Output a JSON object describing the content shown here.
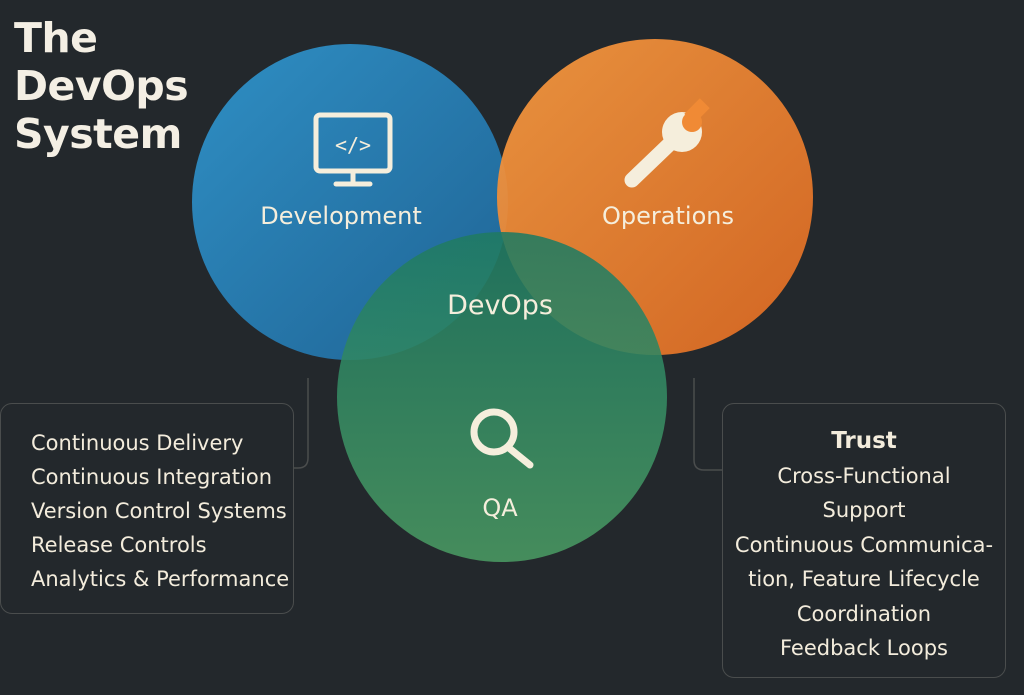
{
  "title": [
    "The",
    "DevOps",
    "System"
  ],
  "circles": {
    "development": {
      "label": "Development",
      "icon": "monitor-code-icon",
      "color": "#2a86b8"
    },
    "operations": {
      "label": "Operations",
      "icon": "wrench-icon",
      "color": "#f08a35"
    },
    "qa": {
      "label": "QA",
      "icon": "magnifier-icon",
      "color": "#2f8a68"
    },
    "center": {
      "label": "DevOps"
    }
  },
  "icon_code_glyph": "</>",
  "left_panel": {
    "items": [
      "Continuous Delivery",
      "Continuous Integration",
      "Version Control Systems",
      "Release Controls",
      "Analytics & Performance"
    ]
  },
  "right_panel": {
    "heading": "Trust",
    "items": [
      "Cross-Functional",
      "Support",
      "Continuous Communica-",
      "tion, Feature Lifecycle",
      "Coordination",
      "Feedback Loops"
    ]
  },
  "colors": {
    "background": "#23282c",
    "text": "#f3ecdc"
  }
}
